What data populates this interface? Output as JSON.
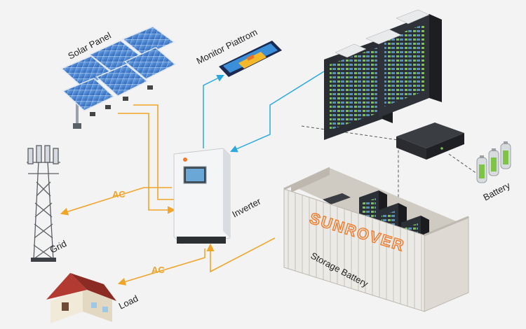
{
  "labels": {
    "solar_panel": "Solar Panel",
    "monitor": "Monitor Piattrom",
    "grid": "Grid",
    "inverter": "Inverter",
    "load": "Load",
    "battery": "Battery",
    "storage_battery": "Storage Battery",
    "ac_grid": "AC",
    "ac_load": "AC"
  },
  "brand": {
    "container_logo": "SUNROVER"
  },
  "colors": {
    "power_flow": "#f0a528",
    "data_link": "#29a9e0",
    "background": "#f3f3f3",
    "brand_orange": "#f07a2a"
  },
  "icons": [
    "solar-panel-array-icon",
    "smartphone-monitor-icon",
    "server-rack-icon",
    "rack-battery-module-icon",
    "battery-cells-icon",
    "transmission-tower-icon",
    "house-icon",
    "inverter-icon",
    "storage-container-icon"
  ]
}
